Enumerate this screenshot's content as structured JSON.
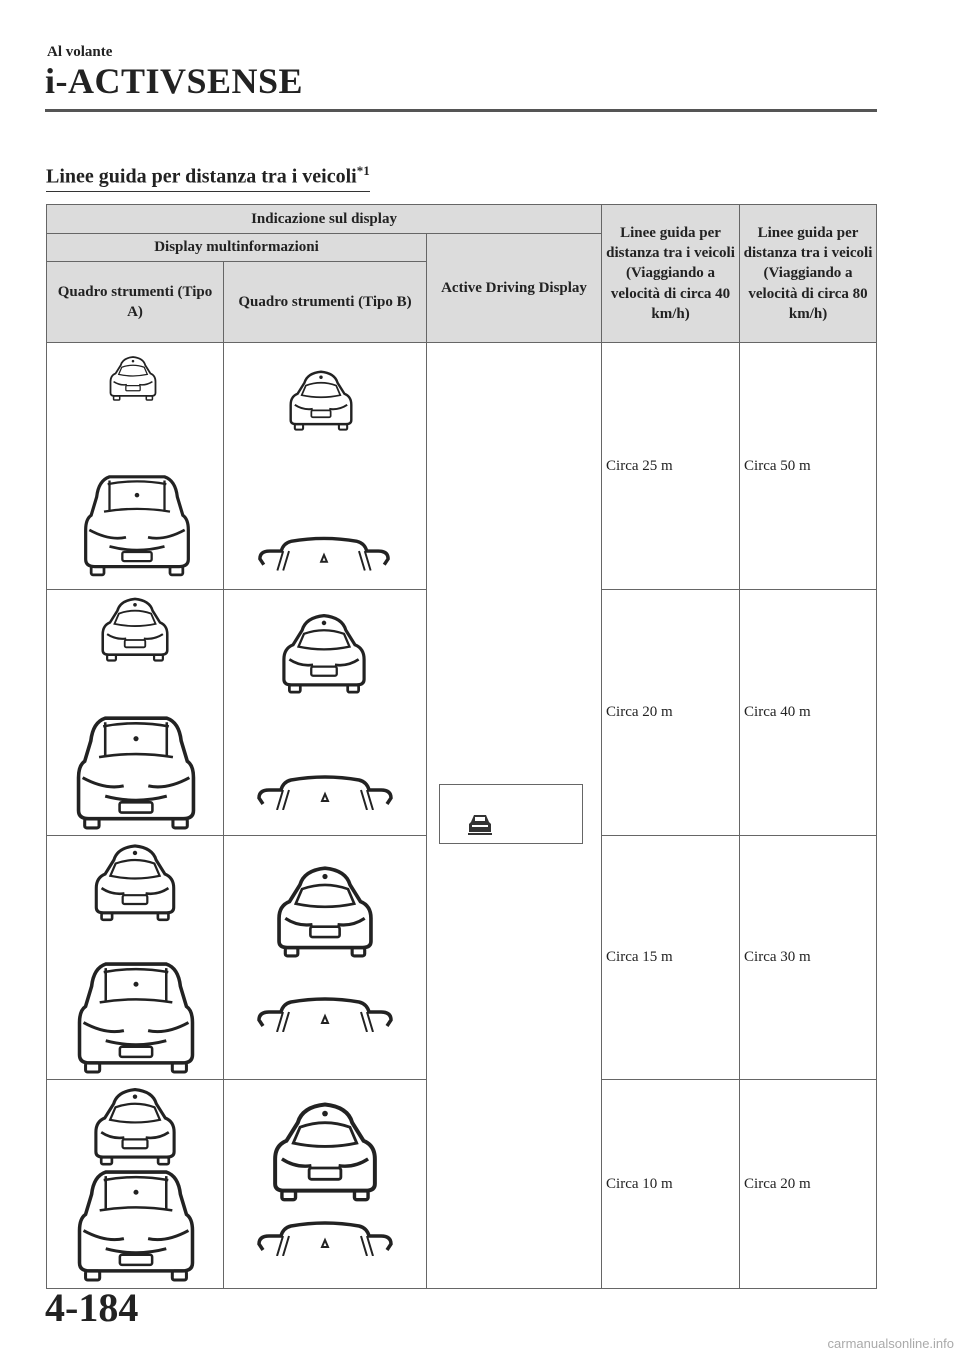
{
  "header": {
    "section": "Al volante",
    "chapter": "i-ACTIVSENSE"
  },
  "table_title": {
    "text": "Linee guida per distanza tra i veicoli",
    "superscript": "*1"
  },
  "table": {
    "header_display": "Indicazione sul display",
    "header_multiinfo": "Display multinformazioni",
    "header_tipo_a": "Quadro strumenti (Tipo A)",
    "header_tipo_b": "Quadro strumenti (Tipo B)",
    "header_adp": "Active Driving Display",
    "header_40": "Linee guida per distanza tra i veicoli (Viaggiando a velocità di circa 40 km/h)",
    "header_80": "Linee guida per distanza tra i veicoli (Viaggiando a velocità di circa 80 km/h)",
    "rows": [
      {
        "at_40": "Circa 25 m",
        "at_80": "Circa 50 m"
      },
      {
        "at_40": "Circa 20 m",
        "at_80": "Circa 40 m"
      },
      {
        "at_40": "Circa 15 m",
        "at_80": "Circa 30 m"
      },
      {
        "at_40": "Circa 10 m",
        "at_80": "Circa 20 m"
      }
    ]
  },
  "icons": {
    "front_vehicle": "car-rear-icon",
    "own_vehicle": "own-car-top-icon",
    "hood": "hood-icon",
    "adp_indicator": "adp-vehicle-icon"
  },
  "footer": {
    "page_number": "4-184",
    "watermark": "carmanualsonline.info"
  }
}
